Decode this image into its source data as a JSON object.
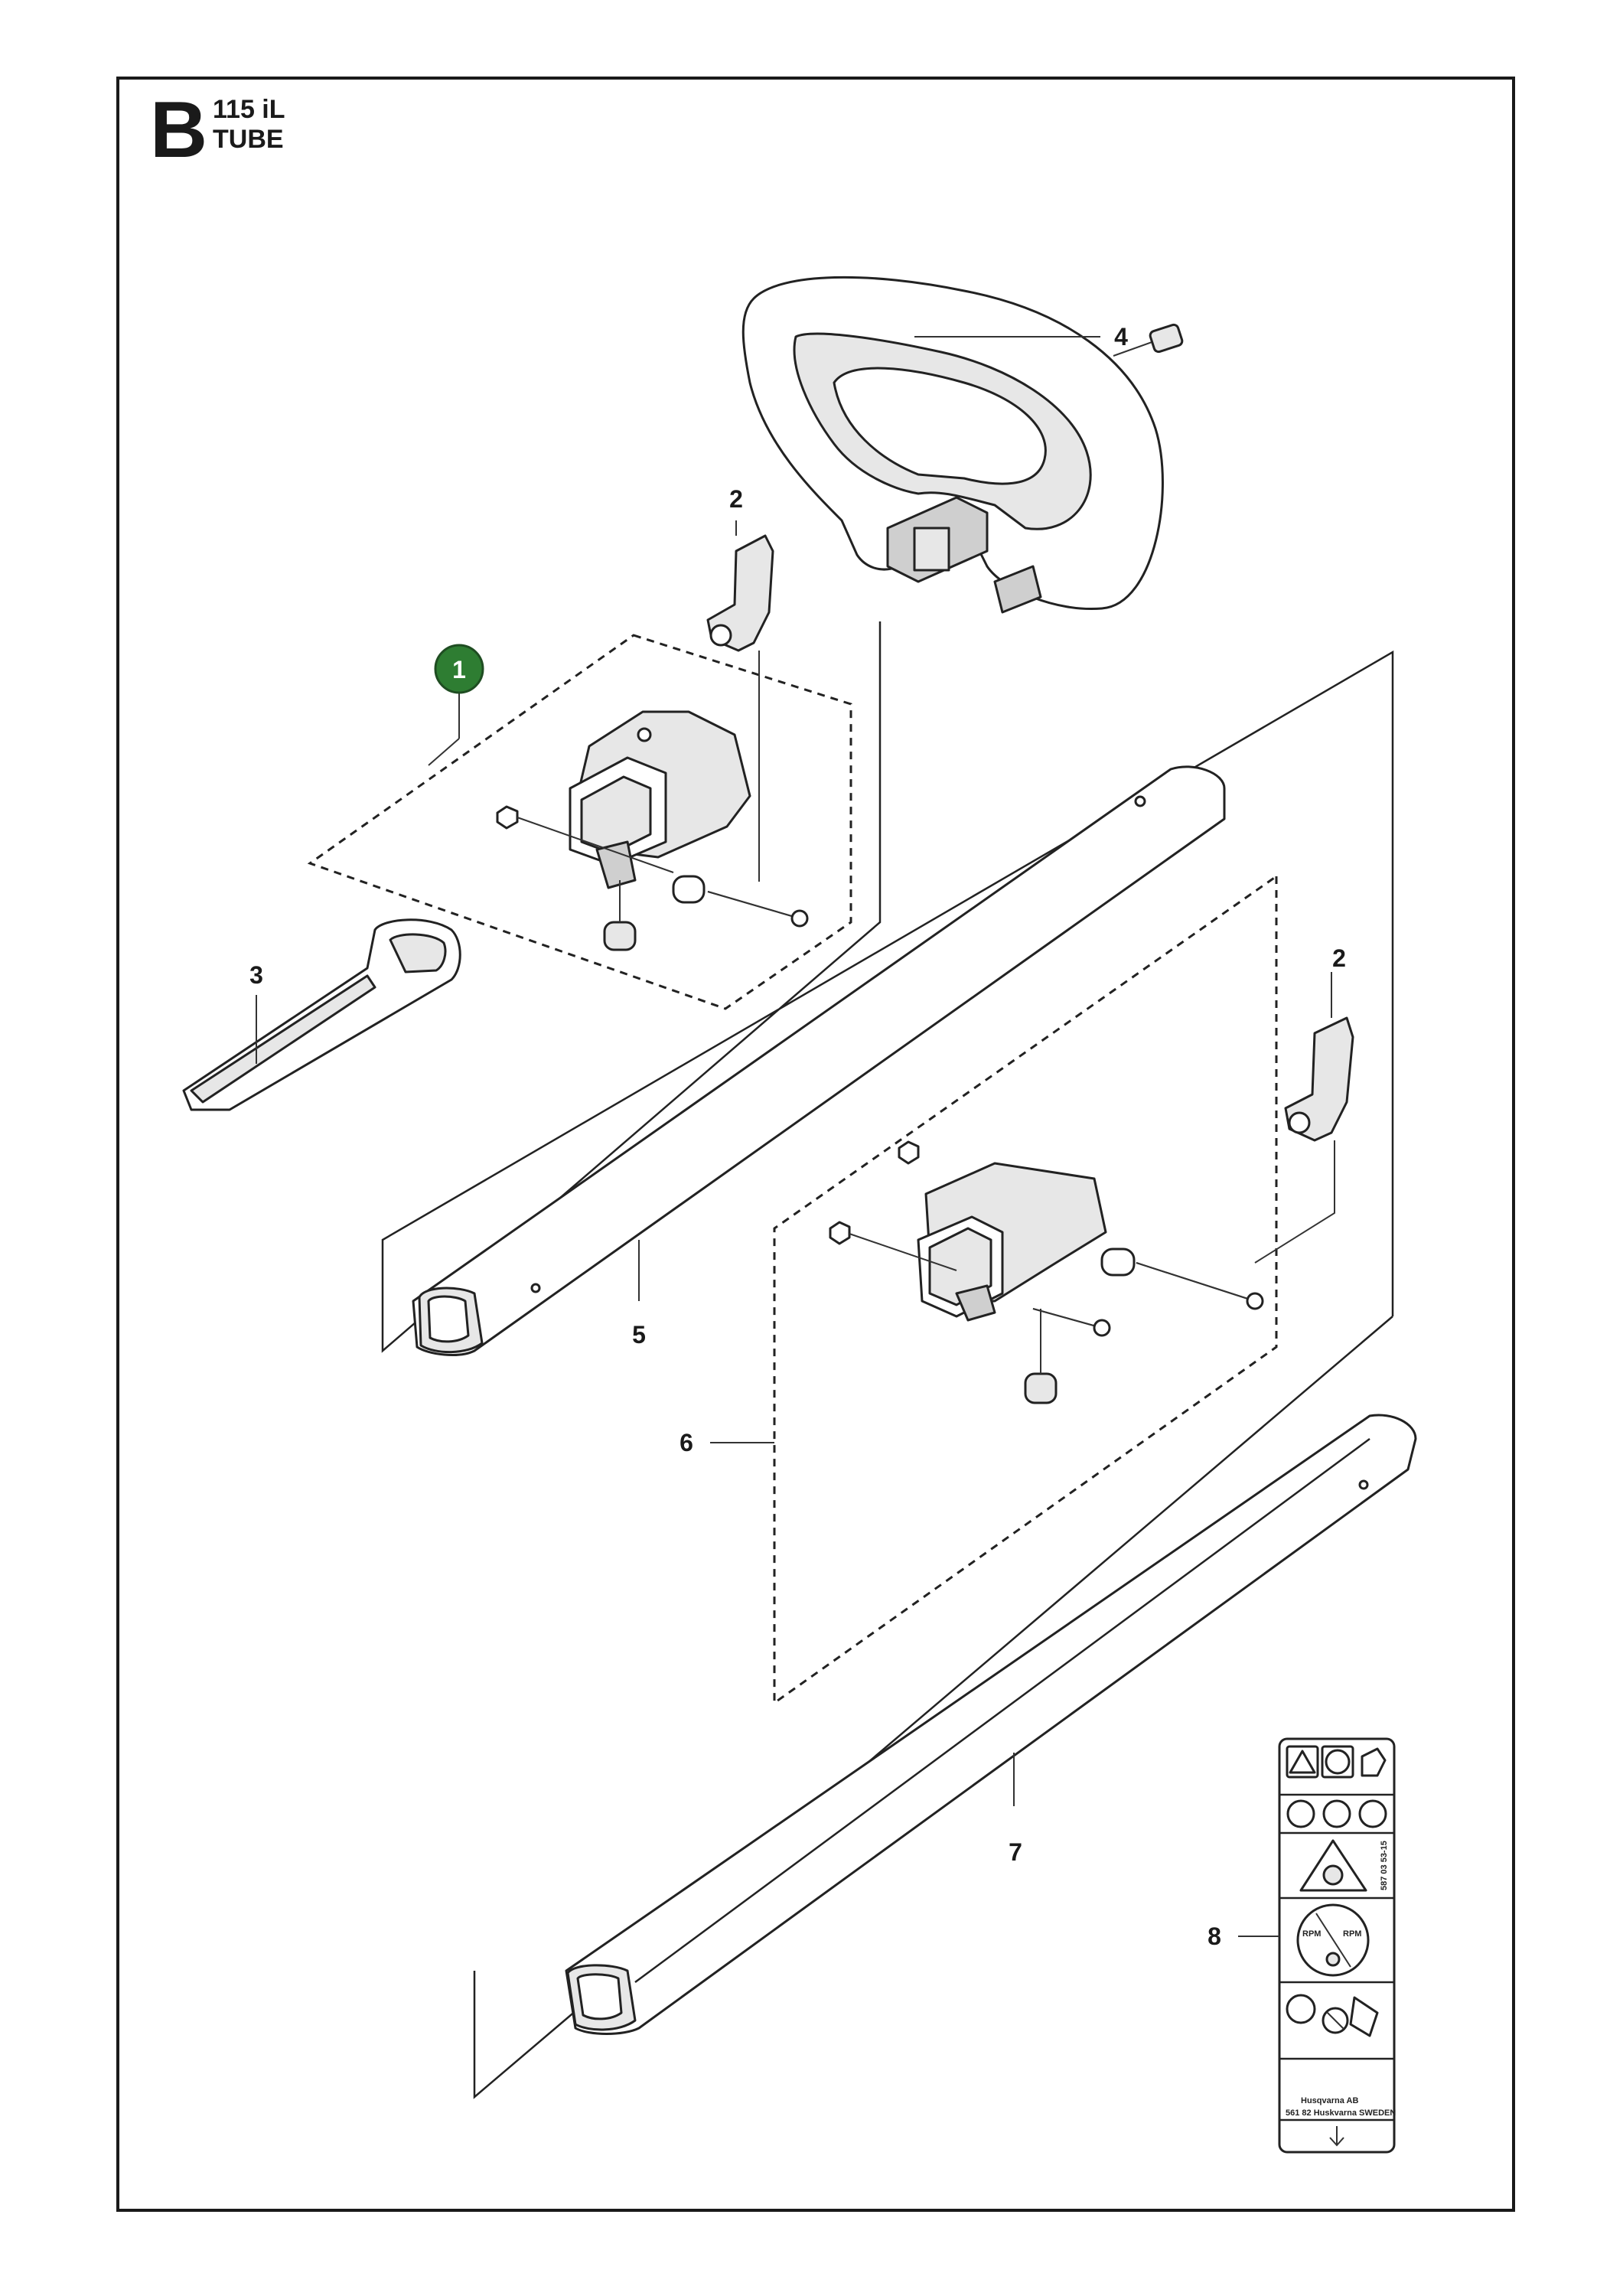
{
  "header": {
    "section_letter": "B",
    "model": "115 iL",
    "title": "TUBE"
  },
  "callouts": {
    "kit": "1",
    "clamp_upper": "2",
    "clamp_lower": "2",
    "cover": "3",
    "handle": "4",
    "tube_upper": "5",
    "kit_lower": "6",
    "tube_lower": "7",
    "decal": "8"
  },
  "decal": {
    "side_code": "587 03 53-15",
    "manufacturer_line1": "Husqvarna AB",
    "manufacturer_line2": "561 82 Huskvarna SWEDEN",
    "rpm_label_1": "RPM",
    "rpm_label_2": "RPM"
  },
  "colors": {
    "kit_badge": "#2e7d32",
    "line": "#1a1a1a",
    "part_fill": "#e7e7e7"
  },
  "icons": [
    "warning-triangle-icon",
    "no-manual-icon",
    "hand-icon",
    "eye-protection-icon",
    "ear-protection-icon",
    "boot-icon",
    "thrown-objects-icon",
    "operator-icon",
    "no-icon",
    "arrow-down-icon"
  ]
}
